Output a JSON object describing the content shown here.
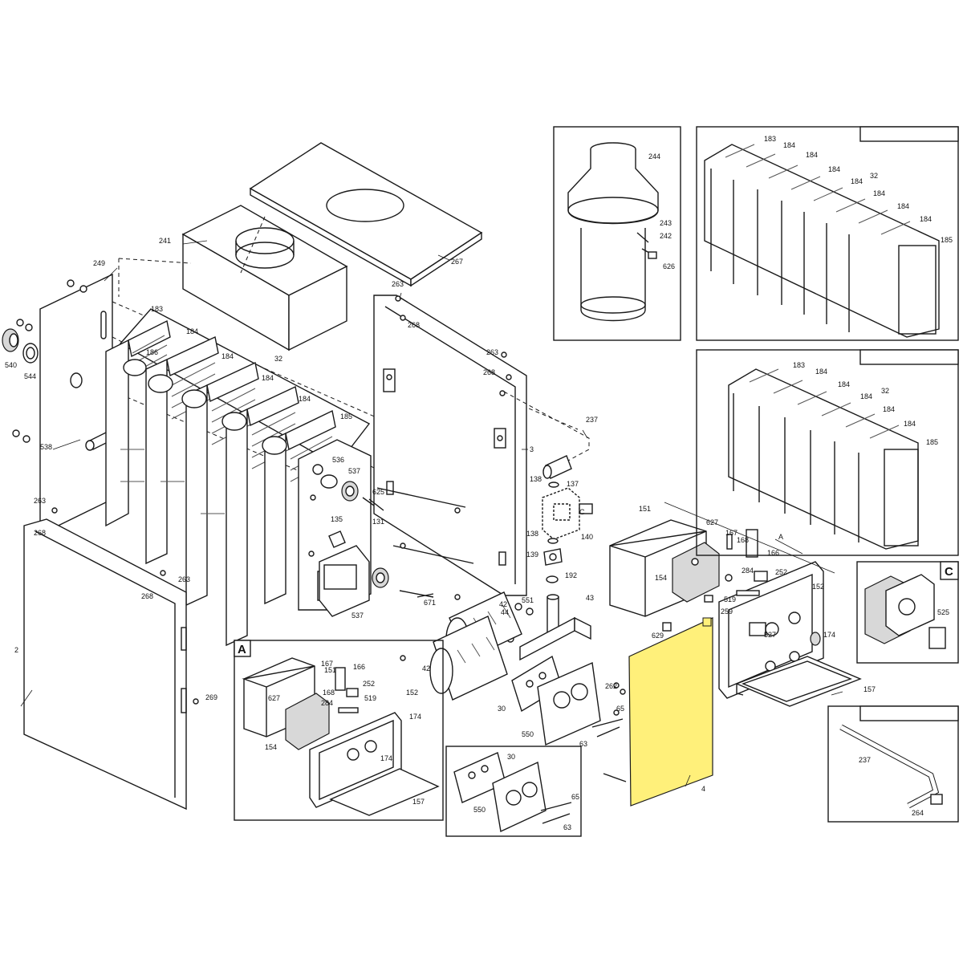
{
  "highlight_color": "#fff07a",
  "insets": {
    "A": "A",
    "C": "C",
    "ref_A": "A",
    "ref_C": "C"
  },
  "labels": {
    "l2": "2",
    "l3": "3",
    "l4": "4",
    "l30": "30",
    "l30b": "30",
    "l32": "32",
    "l32b": "32",
    "l32c": "32",
    "l42": "42",
    "l42b": "42",
    "l43": "43",
    "l44": "44",
    "l63": "63",
    "l63b": "63",
    "l65": "65",
    "l65b": "65",
    "l131": "131",
    "l135": "135",
    "l137": "137",
    "l138": "138",
    "l138b": "138",
    "l139": "139",
    "l140": "140",
    "l151": "151",
    "l151b": "151",
    "l152": "152",
    "l152b": "152",
    "l154": "154",
    "l154b": "154",
    "l157": "157",
    "l157b": "157",
    "l166": "166",
    "l166b": "166",
    "l167": "167",
    "l167b": "167",
    "l168": "168",
    "l168b": "168",
    "l174": "174",
    "l174b": "174",
    "l174c": "174",
    "l183": "183",
    "l183b": "183",
    "l183c": "183",
    "l184a": "184",
    "l184b": "184",
    "l184c": "184",
    "l184d": "184",
    "l184e": "184",
    "l184f": "184",
    "l184g": "184",
    "l184h": "184",
    "l184i": "184",
    "l184j": "184",
    "l184k": "184",
    "l184l": "184",
    "l184m": "184",
    "l184n": "184",
    "l185": "185",
    "l185b": "185",
    "l185c": "185",
    "l186": "186",
    "l192": "192",
    "l237": "237",
    "l237b": "237",
    "l241": "241",
    "l242": "242",
    "l243": "243",
    "l244": "244",
    "l249": "249",
    "l252": "252",
    "l252b": "252",
    "l259": "259",
    "l262": "262",
    "l263a": "263",
    "l263b": "263",
    "l263c": "263",
    "l263d": "263",
    "l264": "264",
    "l267": "267",
    "l268a": "268",
    "l268b": "268",
    "l268c": "268",
    "l268d": "268",
    "l269": "269",
    "l284": "284",
    "l284b": "284",
    "l519": "519",
    "l519b": "519",
    "l525": "525",
    "l527": "527",
    "l536": "536",
    "l537": "537",
    "l537b": "537",
    "l538": "538",
    "l540": "540",
    "l544": "544",
    "l550": "550",
    "l550b": "550",
    "l551": "551",
    "l625": "625",
    "l626": "626",
    "l627": "627",
    "l627b": "627",
    "l629": "629",
    "l671": "671"
  }
}
